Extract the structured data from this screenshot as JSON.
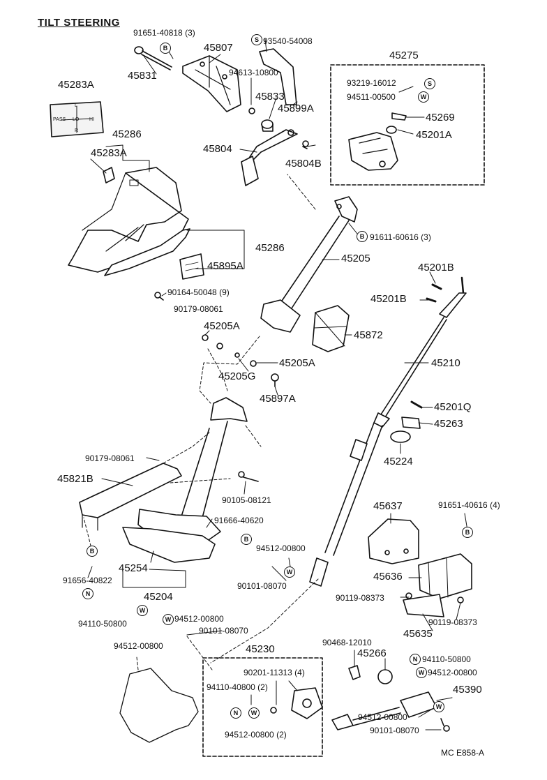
{
  "title": "TILT STEERING",
  "footer": "MC  E858-A",
  "symbols": {
    "b": "B",
    "s": "S",
    "w": "W",
    "n": "N"
  },
  "placard": {
    "top": "L",
    "left": "PASS",
    "center": "LO",
    "right": "HI",
    "bottom": "R"
  },
  "labels": {
    "p91651_40818": "91651-40818 (3)",
    "p45831": "45831",
    "p45807": "45807",
    "p93540_54008": "93540-54008",
    "p94613_10800": "94613-10800",
    "p45833": "45833",
    "p45899A": "45899A",
    "p45275": "45275",
    "p93219_16012": "93219-16012",
    "p94511_00500": "94511-00500",
    "p45269": "45269",
    "p45201A": "45201A",
    "p45283A_top": "45283A",
    "p45286_top": "45286",
    "p45283A_mid": "45283A",
    "p45804": "45804",
    "p45804B": "45804B",
    "p91611_60616": "91611-60616 (3)",
    "p45286_right": "45286",
    "p45895A": "45895A",
    "p45205": "45205",
    "p90164_50048": "90164-50048 (9)",
    "p45201B_1": "45201B",
    "p45201B_2": "45201B",
    "p90179_08061_top": "90179-08061",
    "p45205A_1": "45205A",
    "p45872": "45872",
    "p45205A_2": "45205A",
    "p45205G": "45205G",
    "p45897A": "45897A",
    "p45210": "45210",
    "p45201Q": "45201Q",
    "p45263": "45263",
    "p45224": "45224",
    "p90179_08061_bot": "90179-08061",
    "p45821B": "45821B",
    "p90105_08121": "90105-08121",
    "p91666_40620": "91666-40620",
    "p45637": "45637",
    "p91651_40616": "91651-40616 (4)",
    "p94512_00800_a": "94512-00800",
    "p90101_08070_a": "90101-08070",
    "p45636": "45636",
    "p45254": "45254",
    "p91656_40822": "91656-40822",
    "p45204": "45204",
    "p90119_08373_a": "90119-08373",
    "p90119_08373_b": "90119-08373",
    "p45635": "45635",
    "p94110_50800_left": "94110-50800",
    "p94512_00800_b": "94512-00800",
    "p90101_08070_b": "90101-08070",
    "p94512_00800_c": "94512-00800",
    "p45230": "45230",
    "p90468_12010": "90468-12010",
    "p45266": "45266",
    "p94110_50800_right": "94110-50800",
    "p94512_00800_d": "94512-00800",
    "p90201_11313": "90201-11313 (4)",
    "p94110_40800": "94110-40800 (2)",
    "p45390": "45390",
    "p94512_00800_e": "94512-00800 (2)",
    "p94512_00800_f": "94512-00800",
    "p90101_08070_c": "90101-08070"
  }
}
